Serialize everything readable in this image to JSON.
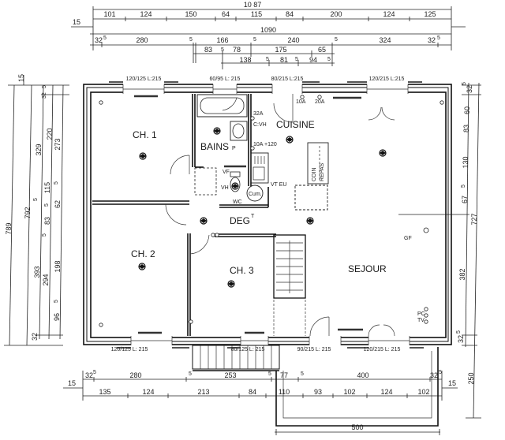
{
  "top_dimensions": {
    "total_outer": "10 87",
    "row1": [
      "101",
      "124",
      "150",
      "64",
      "115",
      "84",
      "200",
      "124",
      "125"
    ],
    "row1_offset_left": "15",
    "total_inner": "1090",
    "row2": [
      "32",
      "5",
      "280",
      "5",
      "166",
      "5",
      "240",
      "5",
      "324",
      "32",
      "5"
    ],
    "row3": [
      "83",
      "5",
      "78",
      "175",
      "65"
    ],
    "row4": [
      "138",
      "5",
      "81",
      "5",
      "94",
      "5"
    ]
  },
  "left_dimensions": {
    "offset_top": "15",
    "total_outer": "789",
    "total_inner": "792",
    "col_a": [
      "329",
      "5",
      "393",
      "32"
    ],
    "col_b": [
      "32",
      "5",
      "220",
      "115",
      "5",
      "83",
      "294",
      "5"
    ],
    "col_c": [
      "273",
      "5",
      "62",
      "198",
      "5",
      "96"
    ]
  },
  "right_dimensions": {
    "values": [
      "32",
      "5",
      "60",
      "83",
      "130",
      "5",
      "67",
      "382",
      "32",
      "5"
    ],
    "total": "727",
    "terrace": "250"
  },
  "bottom_dimensions": {
    "row1": [
      "32",
      "5",
      "280",
      "5",
      "253",
      "5",
      "77",
      "5",
      "400",
      "32",
      "5"
    ],
    "row2": [
      "135",
      "124",
      "213",
      "84",
      "110",
      "93",
      "102",
      "124",
      "102"
    ],
    "offset_left": "15",
    "offset_right": "15",
    "terrace_width": "500"
  },
  "openings": {
    "top": [
      "120/125 L:215",
      "60/95 L: 215",
      "80/215 L:215",
      "120/215 L:215"
    ],
    "bottom": [
      "120/125 L: 215",
      "80/125 L: 215",
      "90/215 L: 215",
      "120/215 L: 215"
    ]
  },
  "rooms": {
    "ch1": "CH. 1",
    "ch2": "CH. 2",
    "ch3": "CH. 3",
    "bains": "BAINS",
    "cuisine": "CUISINE",
    "deg": "DEG",
    "wc": "WC",
    "sejour": "SEJOUR",
    "coin": "COIN",
    "repas": "REPAS"
  },
  "annotations": {
    "a32": "32A",
    "cvh": "C:VH",
    "a10_120": "10A +120",
    "a10": "10A",
    "a20": "20A",
    "vh": "VH",
    "vp": "P",
    "vf": "VF",
    "vteu": "VT EU",
    "cum": "Cum.",
    "pc": "PC",
    "tv": "TV",
    "gf": "GF",
    "t": "T"
  }
}
